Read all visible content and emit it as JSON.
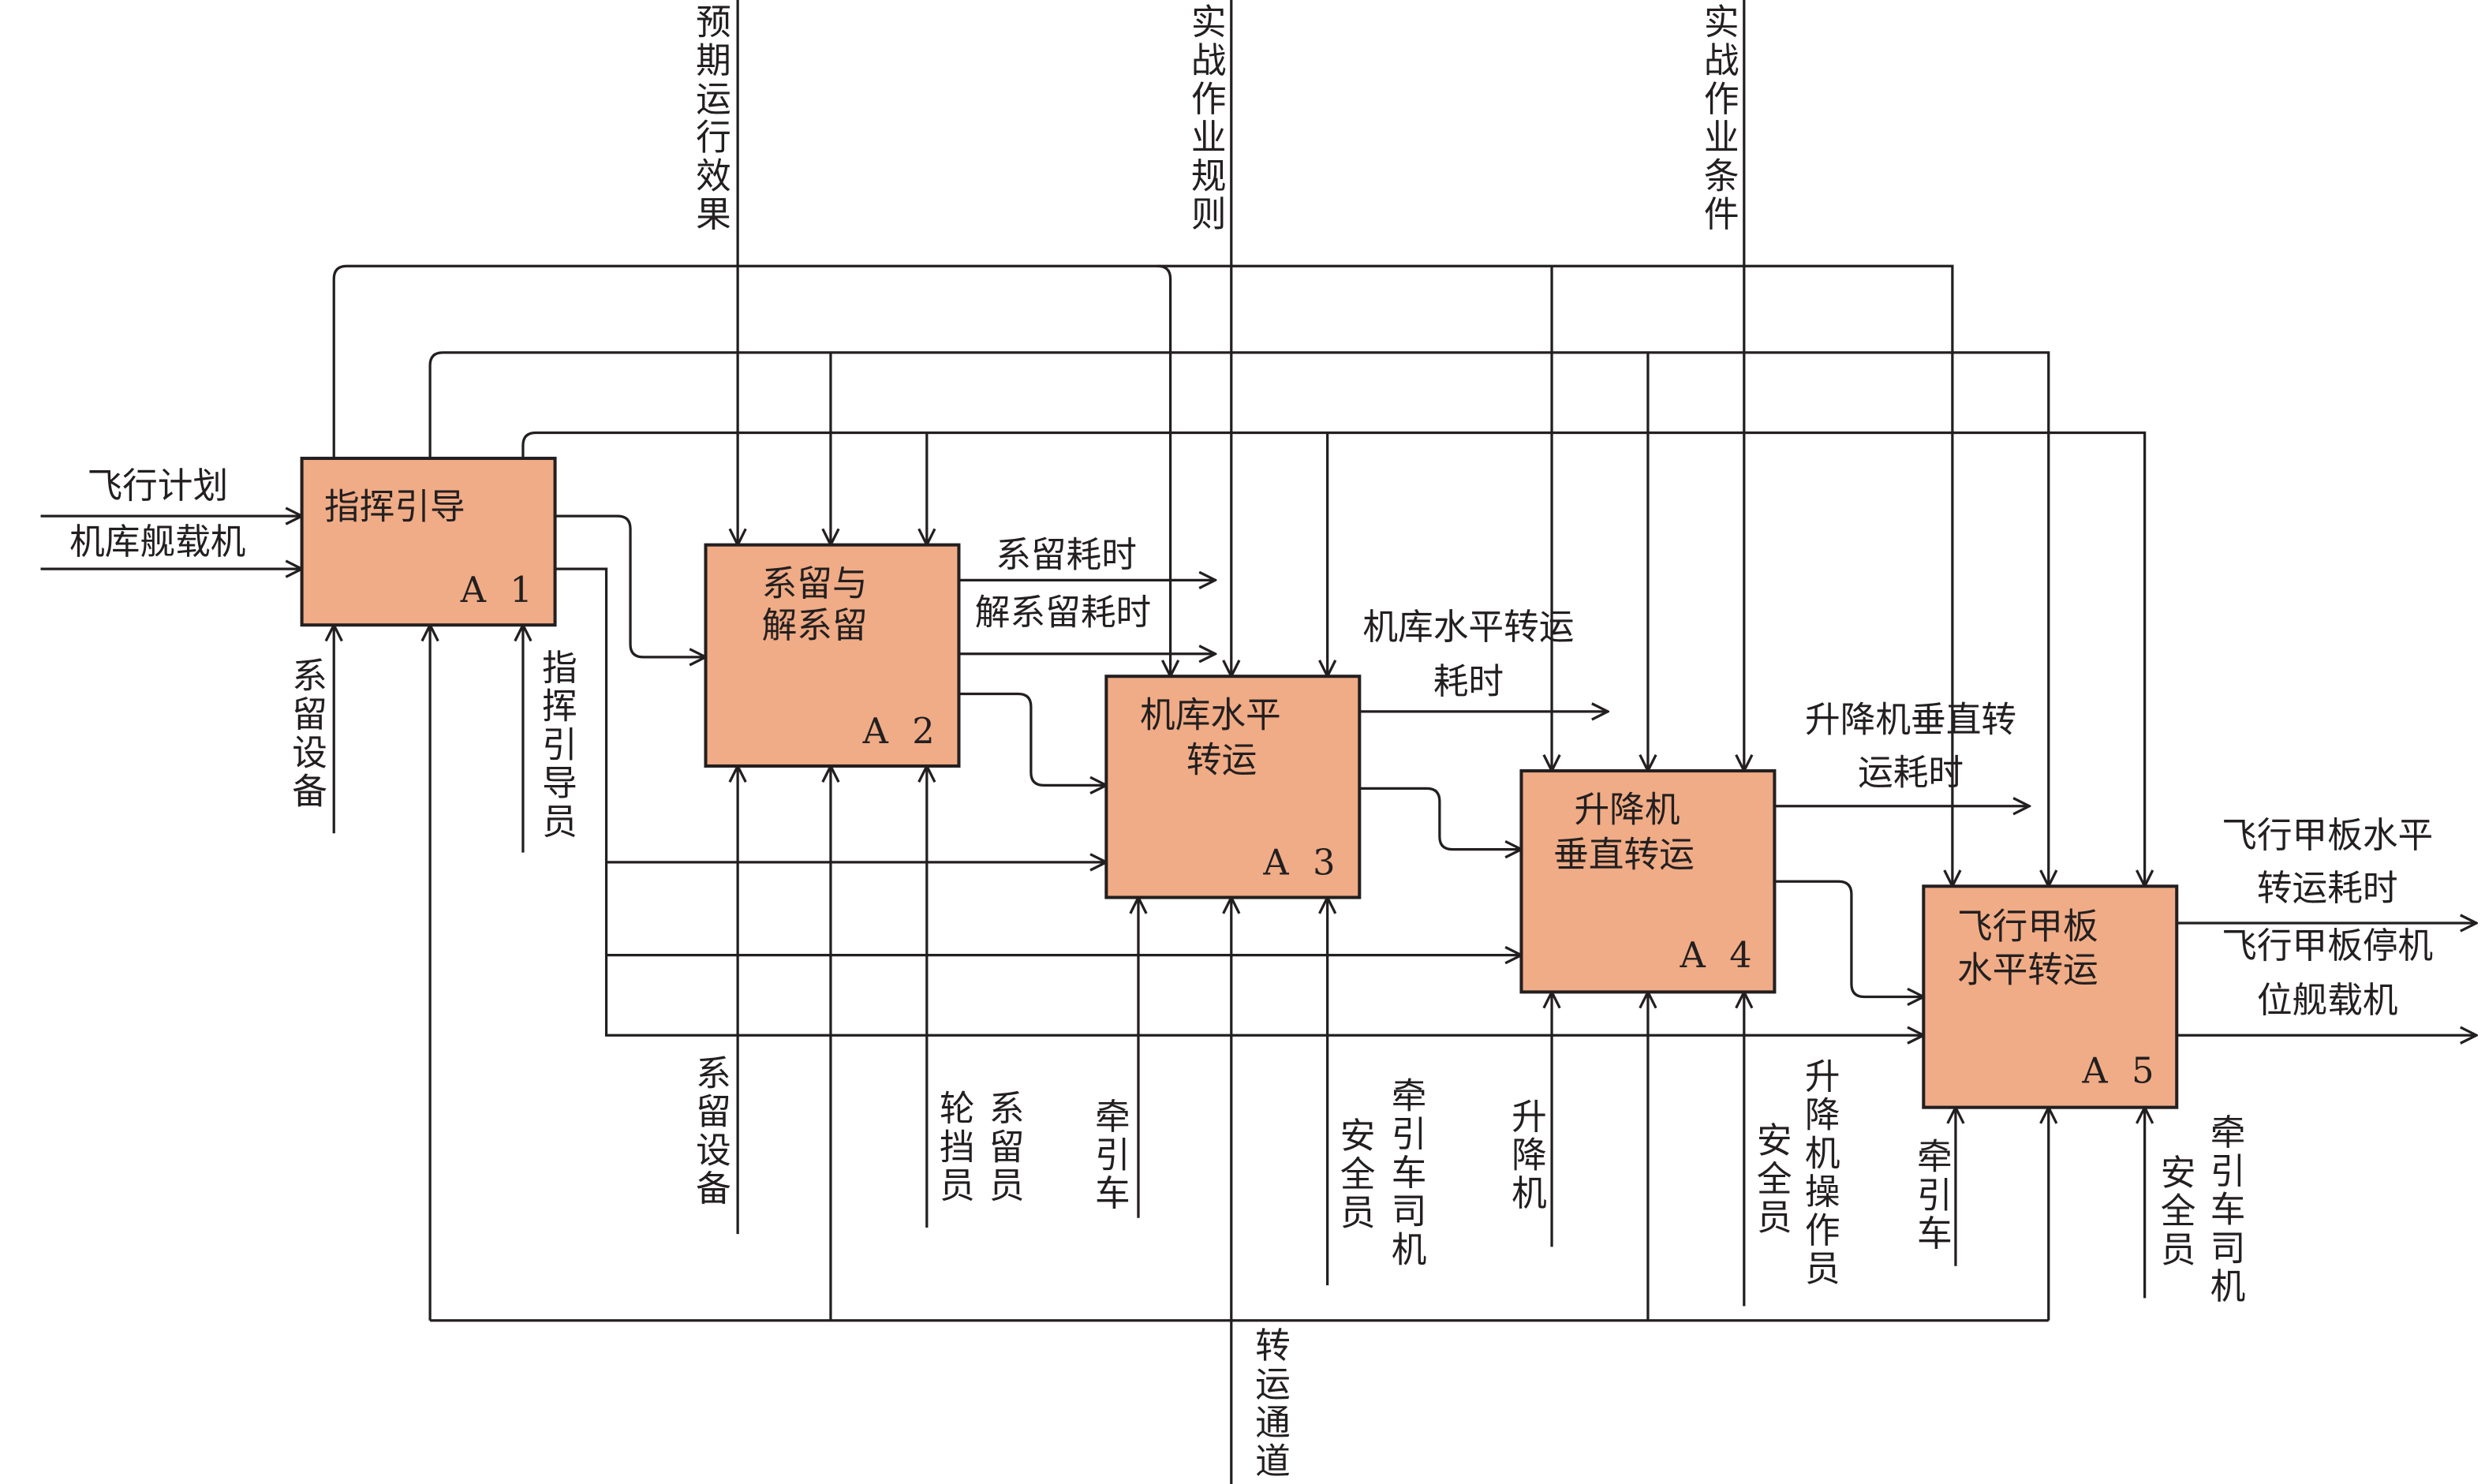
{
  "colors": {
    "box_fill": "#F0AC86",
    "line": "#231f20"
  },
  "boxes": [
    {
      "id": "A 1",
      "title": [
        "指挥引导"
      ]
    },
    {
      "id": "A 2",
      "title": [
        "系留与",
        "解系留"
      ]
    },
    {
      "id": "A 3",
      "title": [
        "机库水平",
        "转运"
      ]
    },
    {
      "id": "A 4",
      "title": [
        "升降机",
        "垂直转运"
      ]
    },
    {
      "id": "A 5",
      "title": [
        "飞行甲板",
        "水平转运"
      ]
    }
  ],
  "inputs": [
    "飞行计划",
    "机库舰载机"
  ],
  "controls": [
    "预期运行效果",
    "实战作业规则",
    "实战作业条件"
  ],
  "mechanisms": {
    "a1": [
      "系留设备",
      "指挥引导员"
    ],
    "a2": [
      "系留设备",
      "轮挡员",
      "系留员"
    ],
    "a3": [
      "牵引车",
      "安全员",
      "牵引车司机"
    ],
    "a4": [
      "升降机",
      "安全员",
      "升降机操作员"
    ],
    "a5": [
      "牵引车",
      "安全员",
      "牵引车司机"
    ],
    "shared": "转运通道"
  },
  "outputs": {
    "a2": [
      "系留耗时",
      "解系留耗时"
    ],
    "a3": [
      "机库水平转运",
      "耗时"
    ],
    "a4": [
      "升降机垂直转",
      "运耗时"
    ],
    "a5": [
      "飞行甲板水平",
      "转运耗时",
      "飞行甲板停机",
      "位舰载机"
    ]
  }
}
